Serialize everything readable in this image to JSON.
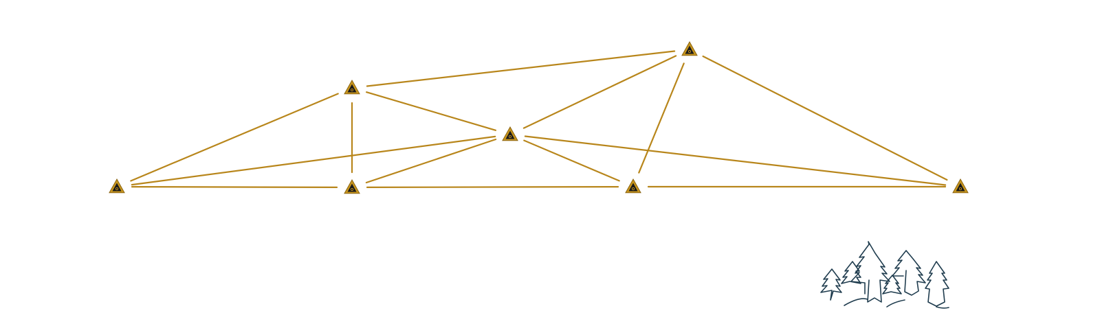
{
  "diagram": {
    "type": "triangulation-network",
    "colors": {
      "background": "#ffffff",
      "edge": "#B8861B",
      "node_fill": "#C8961E",
      "node_inner": "#1a1a1a",
      "tree_stroke": "#1F3C4E"
    },
    "nodes": [
      {
        "id": "n1",
        "icon": "survey-marker-icon"
      },
      {
        "id": "n2",
        "icon": "survey-marker-icon"
      },
      {
        "id": "n3",
        "icon": "survey-marker-icon"
      },
      {
        "id": "n4",
        "icon": "survey-marker-icon"
      },
      {
        "id": "n5",
        "icon": "survey-marker-icon"
      },
      {
        "id": "n6",
        "icon": "survey-marker-icon"
      },
      {
        "id": "n7",
        "icon": "survey-marker-icon"
      }
    ],
    "edges": [
      [
        "n2",
        "n7"
      ],
      [
        "n1",
        "n2"
      ],
      [
        "n2",
        "n4"
      ],
      [
        "n2",
        "n3"
      ],
      [
        "n1",
        "n4"
      ],
      [
        "n1",
        "n3"
      ],
      [
        "n4",
        "n3"
      ],
      [
        "n4",
        "n5"
      ],
      [
        "n3",
        "n7"
      ],
      [
        "n3",
        "n5"
      ],
      [
        "n3",
        "n6"
      ],
      [
        "n7",
        "n5"
      ],
      [
        "n7",
        "n6"
      ],
      [
        "n5",
        "n6"
      ]
    ],
    "decoration": {
      "icon": "forest-trees-icon"
    }
  }
}
